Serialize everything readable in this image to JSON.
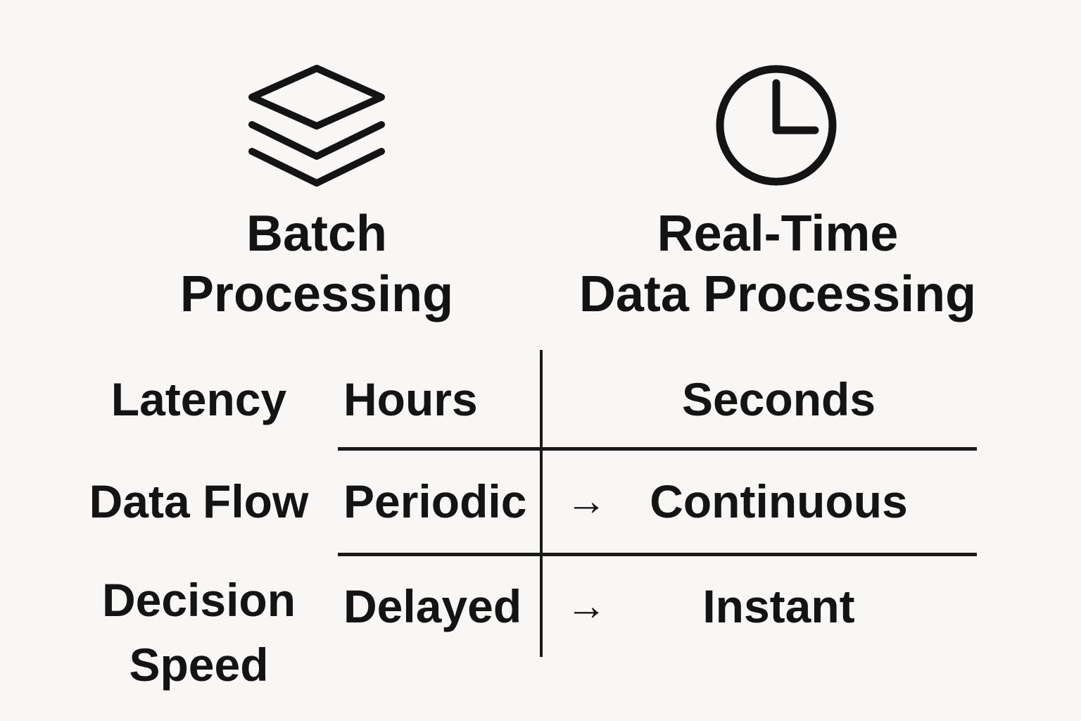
{
  "canvas": {
    "background": "#f8f7f5",
    "ink": "#141414",
    "line_color": "#1a1a1a"
  },
  "columns": {
    "batch": {
      "icon": "layers-icon",
      "title_line1": "Batch",
      "title_line2": "Processing"
    },
    "realtime": {
      "icon": "clock-icon",
      "title_line1": "Real-Time",
      "title_line2": "Data Processing"
    }
  },
  "table": {
    "rows": [
      {
        "label": "Latency",
        "batch_value": "Hours",
        "arrow": "",
        "realtime_value": "Seconds"
      },
      {
        "label": "Data Flow",
        "batch_value": "Periodic",
        "arrow": "→",
        "realtime_value": "Continuous"
      },
      {
        "label": "Decision Speed",
        "batch_value": "Delayed",
        "arrow": "→",
        "realtime_value": "Instant"
      }
    ]
  }
}
